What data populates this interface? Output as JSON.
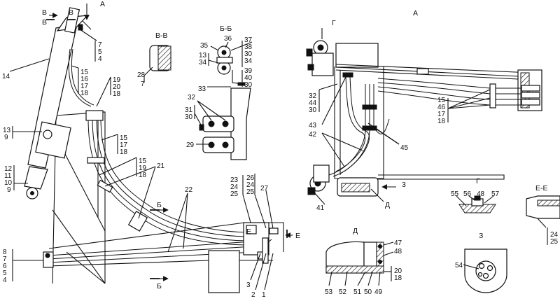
{
  "views": {
    "main_view_letter": "В",
    "section_vv": "В-В",
    "section_bb": "Б-Б",
    "view_a": "А",
    "view_g": "Г",
    "view_ee": "Е-Е",
    "view_d": "Д",
    "view_z": "З"
  },
  "markers": {
    "arrow_a": "А",
    "arrow_b_left": "В",
    "arrow_b_right": "В",
    "arrow_bb_top": "Б",
    "arrow_bb_bottom": "Б",
    "arrow_e_left": "Е",
    "arrow_e_right": "Е",
    "view_a_g": "Г",
    "view_a_d": "Д",
    "view_a_z": "3"
  },
  "callouts": {
    "main": {
      "c_7": "7",
      "c_5": "5",
      "c_4": "4",
      "c_14": "14",
      "c_15a": "15",
      "c_16": "16",
      "c_17a": "17",
      "c_18a": "18",
      "c_19a": "19",
      "c_20a": "20",
      "c_18b": "18",
      "c_13": "13",
      "c_9a": "9",
      "c_15b": "15",
      "c_17b": "17",
      "c_18c": "18",
      "c_15c": "15",
      "c_19b": "19",
      "c_18d": "18",
      "c_21": "21",
      "c_12": "12",
      "c_11": "11",
      "c_10": "10",
      "c_9b": "9",
      "c_22": "22",
      "c_23": "23",
      "c_24a": "24",
      "c_25a": "25",
      "c_26": "26",
      "c_24b": "24",
      "c_25b": "25",
      "c_27": "27",
      "c_8": "8",
      "c_7b": "7",
      "c_6": "6",
      "c_5b": "5",
      "c_4b": "4",
      "c_3": "3",
      "c_2": "2",
      "c_1": "1"
    },
    "vv": {
      "c_28": "28",
      "c_7": "7"
    },
    "bb": {
      "c_36": "36",
      "c_35": "35",
      "c_37": "37",
      "c_38": "38",
      "c_30a": "30",
      "c_34a": "34",
      "c_13": "13",
      "c_34b": "34",
      "c_39": "39",
      "c_40": "40",
      "c_30b": "30",
      "c_33": "33",
      "c_32": "32",
      "c_31": "31",
      "c_30c": "30",
      "c_29": "29"
    },
    "a": {
      "c_32": "32",
      "c_44": "44",
      "c_30": "30",
      "c_43": "43",
      "c_42": "42",
      "c_45": "45",
      "c_15": "15",
      "c_46": "46",
      "c_17": "17",
      "c_18": "18",
      "c_41": "41"
    },
    "g": {
      "c_55": "55",
      "c_56": "56",
      "c_48": "48",
      "c_57": "57"
    },
    "ee": {
      "c_24": "24",
      "c_25": "25"
    },
    "d": {
      "c_47": "47",
      "c_48": "48",
      "c_20": "20",
      "c_18": "18",
      "c_53": "53",
      "c_52": "52",
      "c_51": "51",
      "c_50": "50",
      "c_49": "49"
    },
    "z": {
      "c_54": "54"
    }
  }
}
